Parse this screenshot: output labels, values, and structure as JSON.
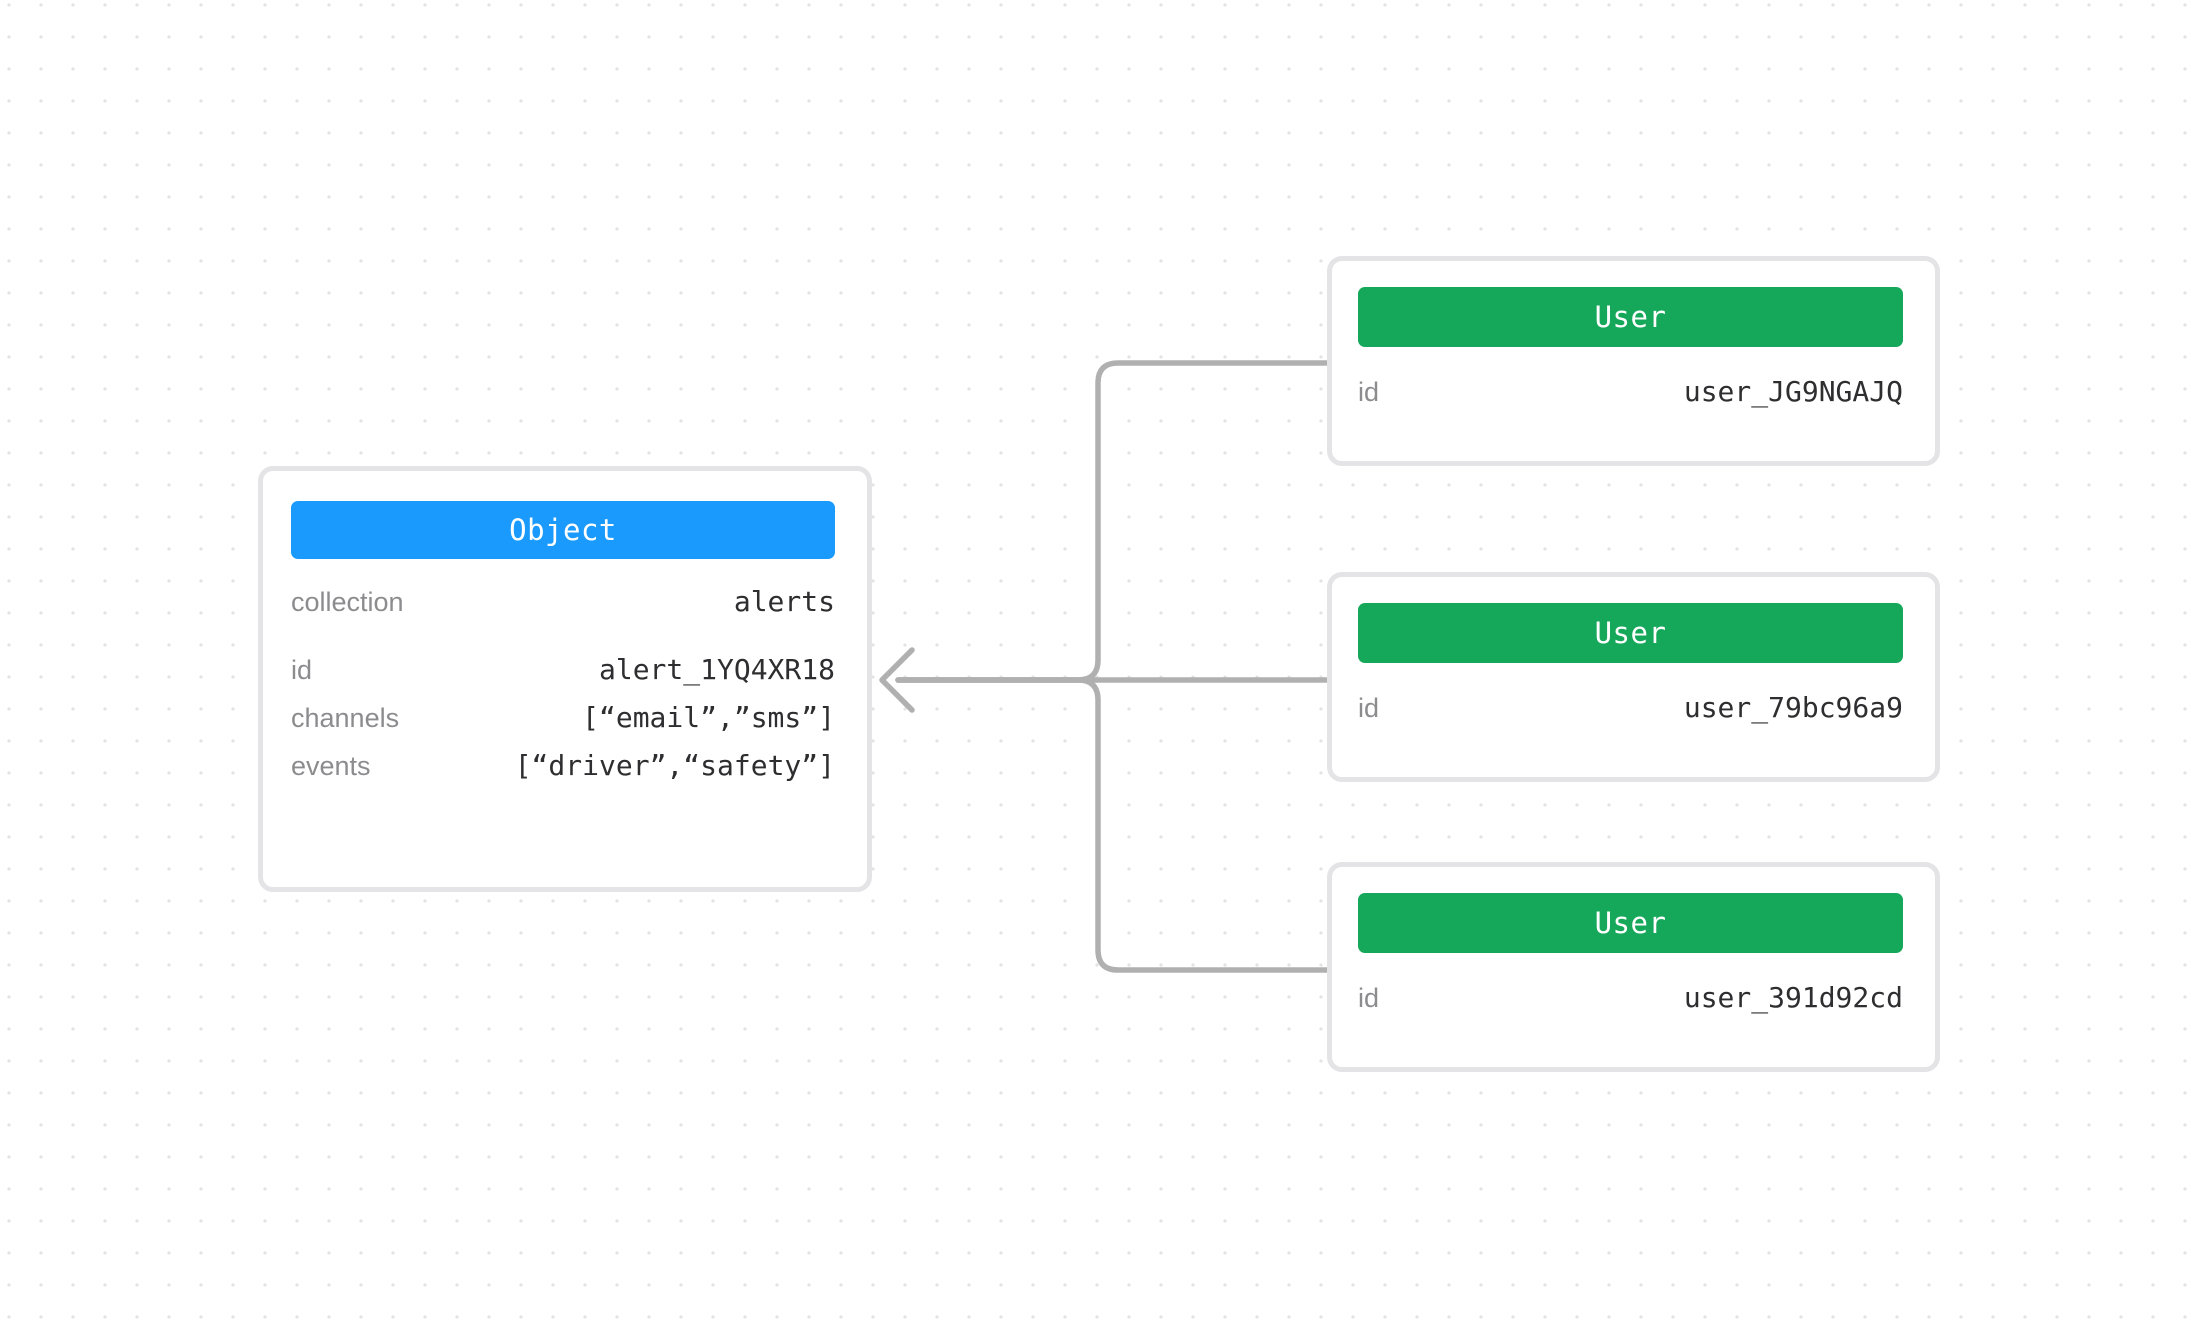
{
  "canvas": {
    "background_color": "#ffffff",
    "dot_grid_color": "#e3e3e5",
    "edge_color": "#b0b0b0",
    "card_border_color": "#e4e4e6"
  },
  "nodes": {
    "object": {
      "type_label": "Object",
      "accent_color": "#1a9afc",
      "fields": [
        {
          "label": "collection",
          "value": "alerts"
        },
        {
          "label": "id",
          "value": "alert_1YQ4XR18"
        },
        {
          "label": "channels",
          "value": "[“email”,”sms”]"
        },
        {
          "label": "events",
          "value": "[“driver”,“safety”]"
        }
      ]
    },
    "users": [
      {
        "type_label": "User",
        "accent_color": "#16a85a",
        "fields": [
          {
            "label": "id",
            "value": "user_JG9NGAJQ"
          }
        ]
      },
      {
        "type_label": "User",
        "accent_color": "#16a85a",
        "fields": [
          {
            "label": "id",
            "value": "user_79bc96a9"
          }
        ]
      },
      {
        "type_label": "User",
        "accent_color": "#16a85a",
        "fields": [
          {
            "label": "id",
            "value": "user_391d92cd"
          }
        ]
      }
    ]
  },
  "edges": [
    {
      "from": "user-node-1",
      "to": "object",
      "style": "orthogonal",
      "arrowhead": "open-chevron"
    },
    {
      "from": "user-node-2",
      "to": "object",
      "style": "straight",
      "arrowhead": "open-chevron"
    },
    {
      "from": "user-node-3",
      "to": "object",
      "style": "orthogonal",
      "arrowhead": "open-chevron"
    }
  ]
}
